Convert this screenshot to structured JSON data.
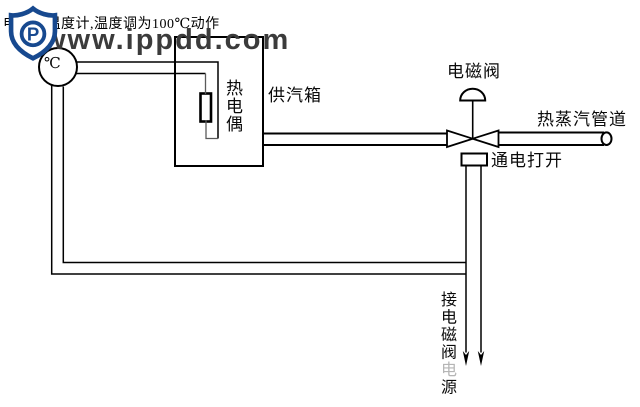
{
  "title": "电接点温度计,温度调为100℃动作",
  "watermark": {
    "text": "www.ippdd.com",
    "logo_letter": "P"
  },
  "colors": {
    "line": "#000000",
    "inner_wire": "#5a5a5a",
    "watermark_text": "#3b3b3b",
    "logo_blue": "#17498f",
    "faded_char": "#b5b5b5"
  },
  "diagram": {
    "thermometer_unit": "℃",
    "thermocouple_label": "热电偶",
    "steam_box_label": "供汽箱",
    "solenoid_valve_label": "电磁阀",
    "steam_pipe_label": "热蒸汽管道",
    "energize_open_label": "通电打开",
    "power_label_part1": "接电磁阀",
    "power_label_faded": "电",
    "power_label_part3": "源"
  }
}
